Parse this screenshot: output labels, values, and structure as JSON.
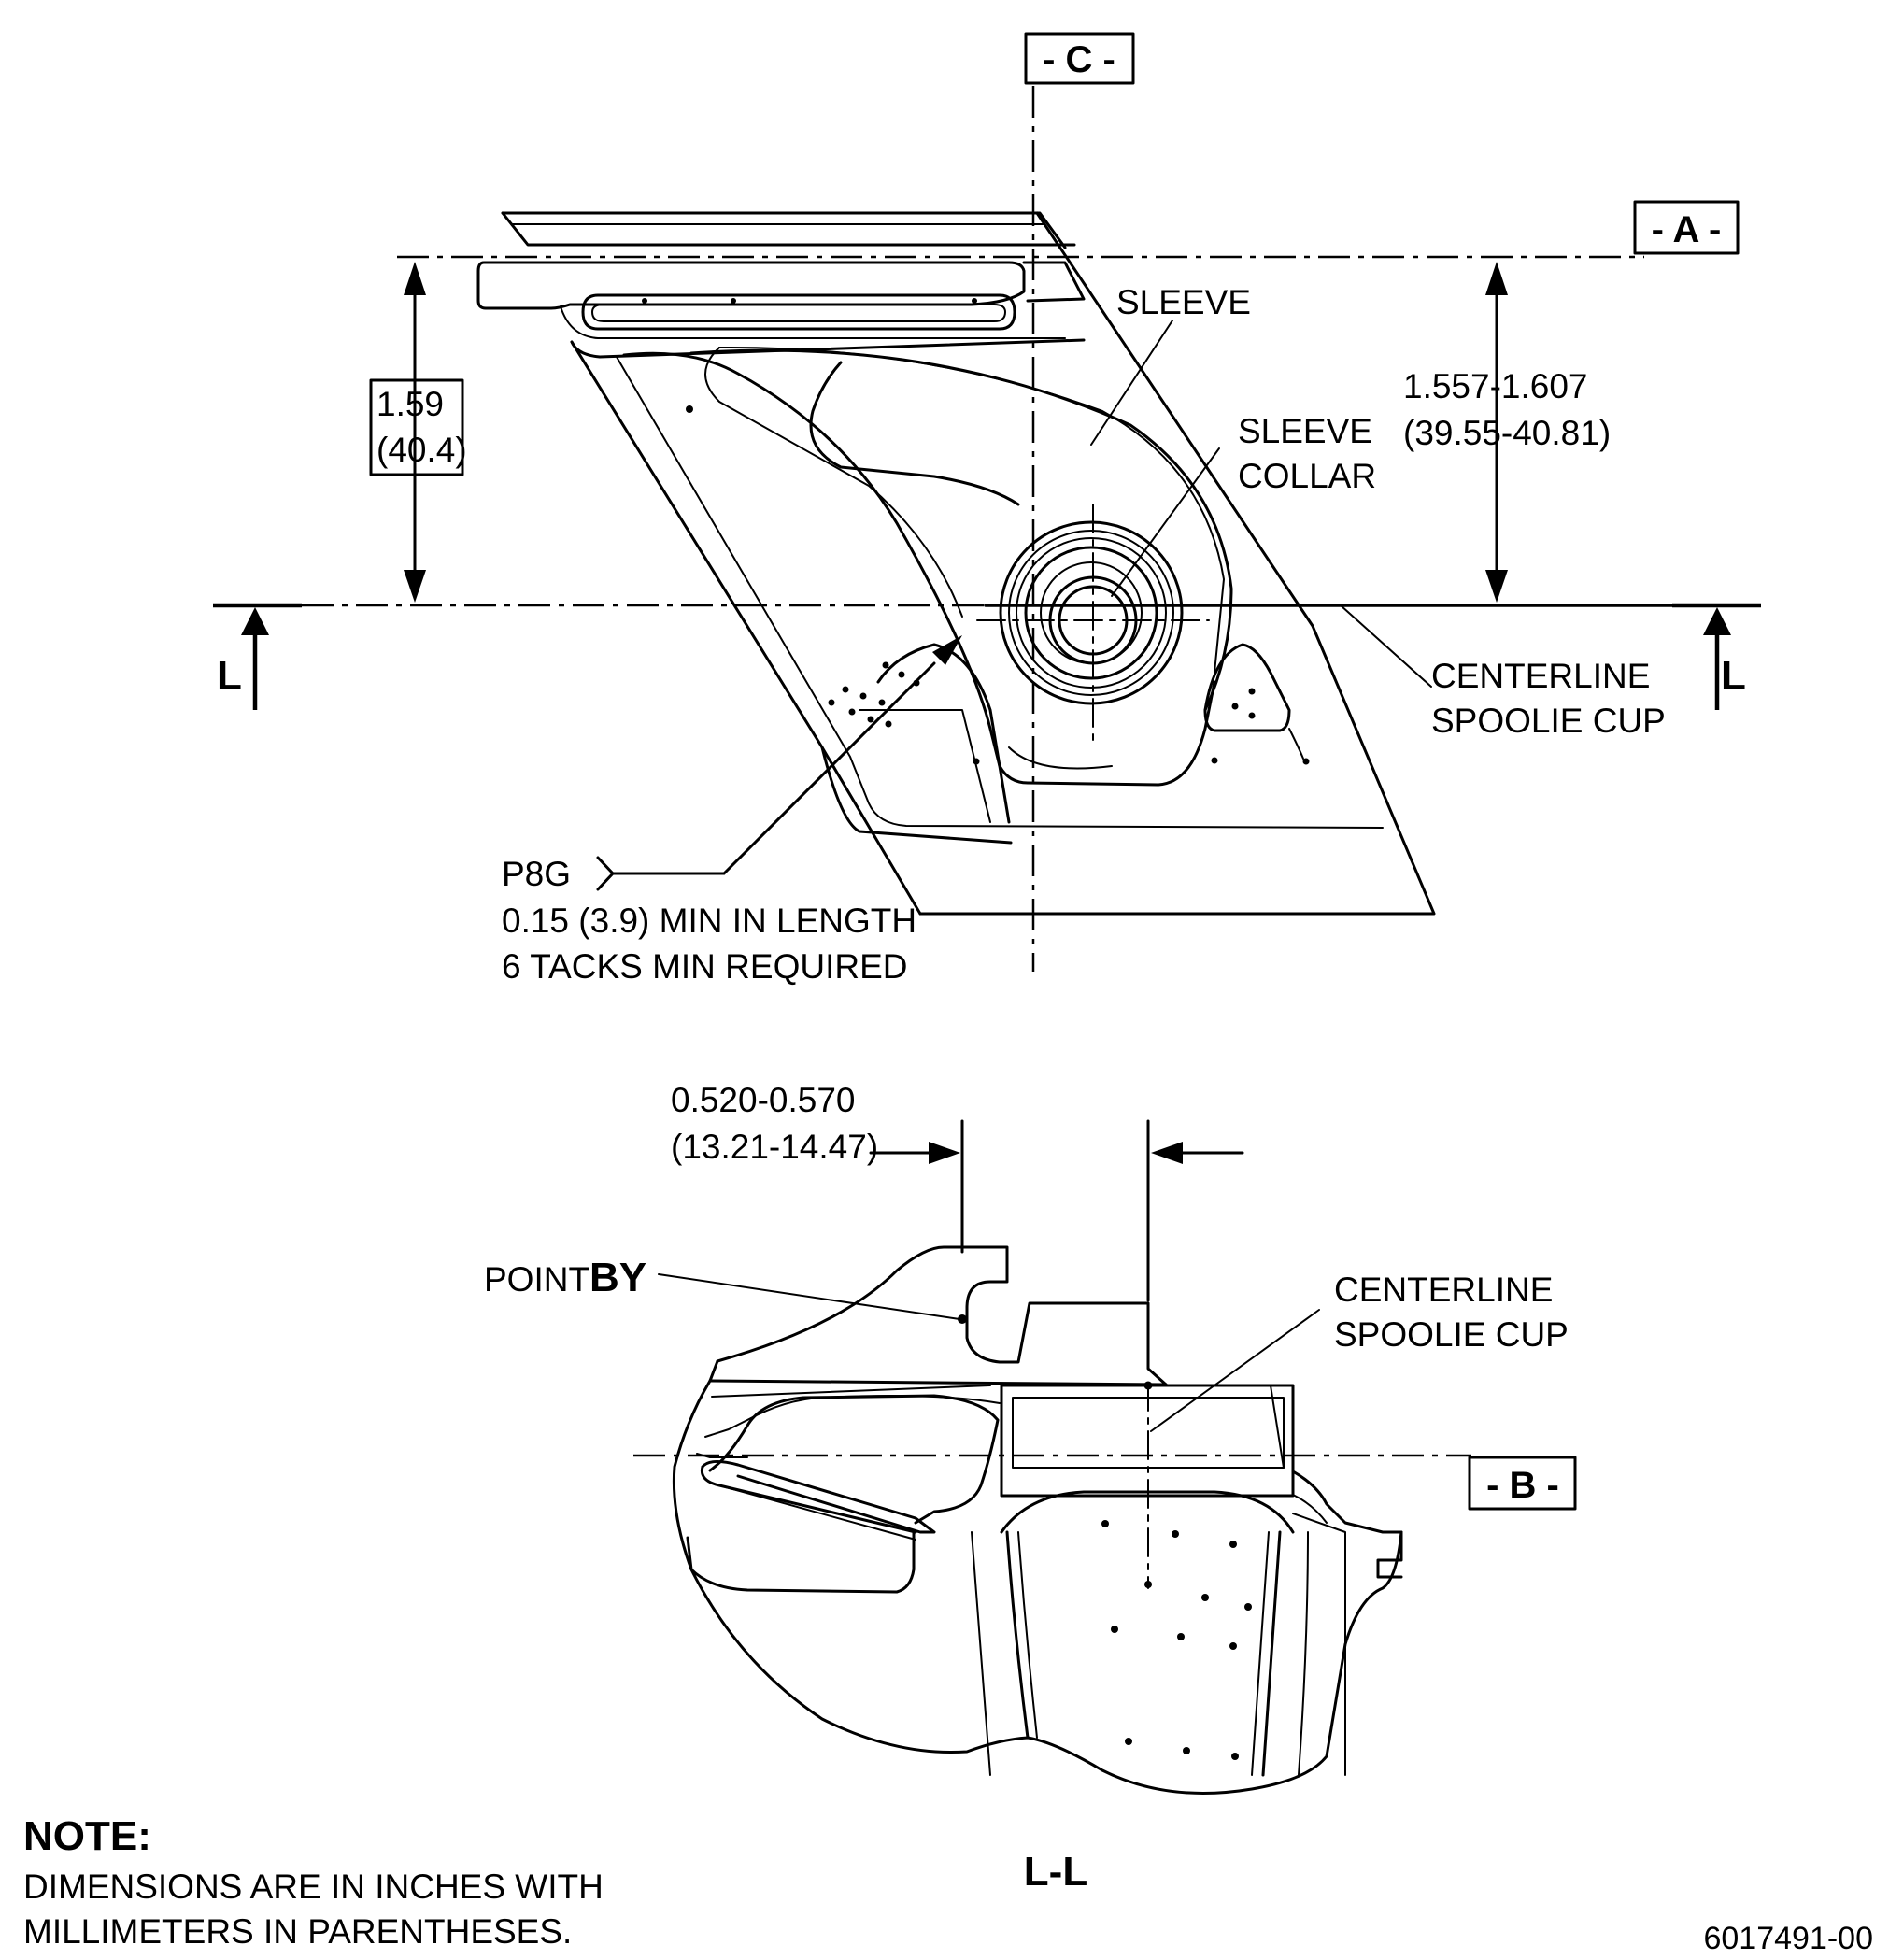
{
  "datums": {
    "c": "- C -",
    "a": "- A -",
    "b": "- B -"
  },
  "labels": {
    "sleeve": "SLEEVE",
    "sleeve_collar_1": "SLEEVE",
    "sleeve_collar_2": "COLLAR",
    "centerline_top_1": "CENTERLINE",
    "centerline_top_2": "SPOOLIE CUP",
    "centerline_bot_1": "CENTERLINE",
    "centerline_bot_2": "SPOOLIE CUP",
    "section_left": "L",
    "section_right": "L",
    "point_prefix": "POINT",
    "point_id": "BY",
    "section_title": "L-L"
  },
  "dimensions": {
    "left_inch": "1.59",
    "left_mm": "(40.4)",
    "right_inch": "1.557-1.607",
    "right_mm": "(39.55-40.81)",
    "width_inch": "0.520-0.570",
    "width_mm": "(13.21-14.47)"
  },
  "weld": {
    "symbol": "P8G",
    "line1": "0.15 (3.9) MIN IN LENGTH",
    "line2": "6 TACKS MIN REQUIRED"
  },
  "note": {
    "title": "NOTE:",
    "line1": "DIMENSIONS ARE IN INCHES WITH",
    "line2": "MILLIMETERS IN PARENTHESES."
  },
  "figure_id": "6017491-00"
}
